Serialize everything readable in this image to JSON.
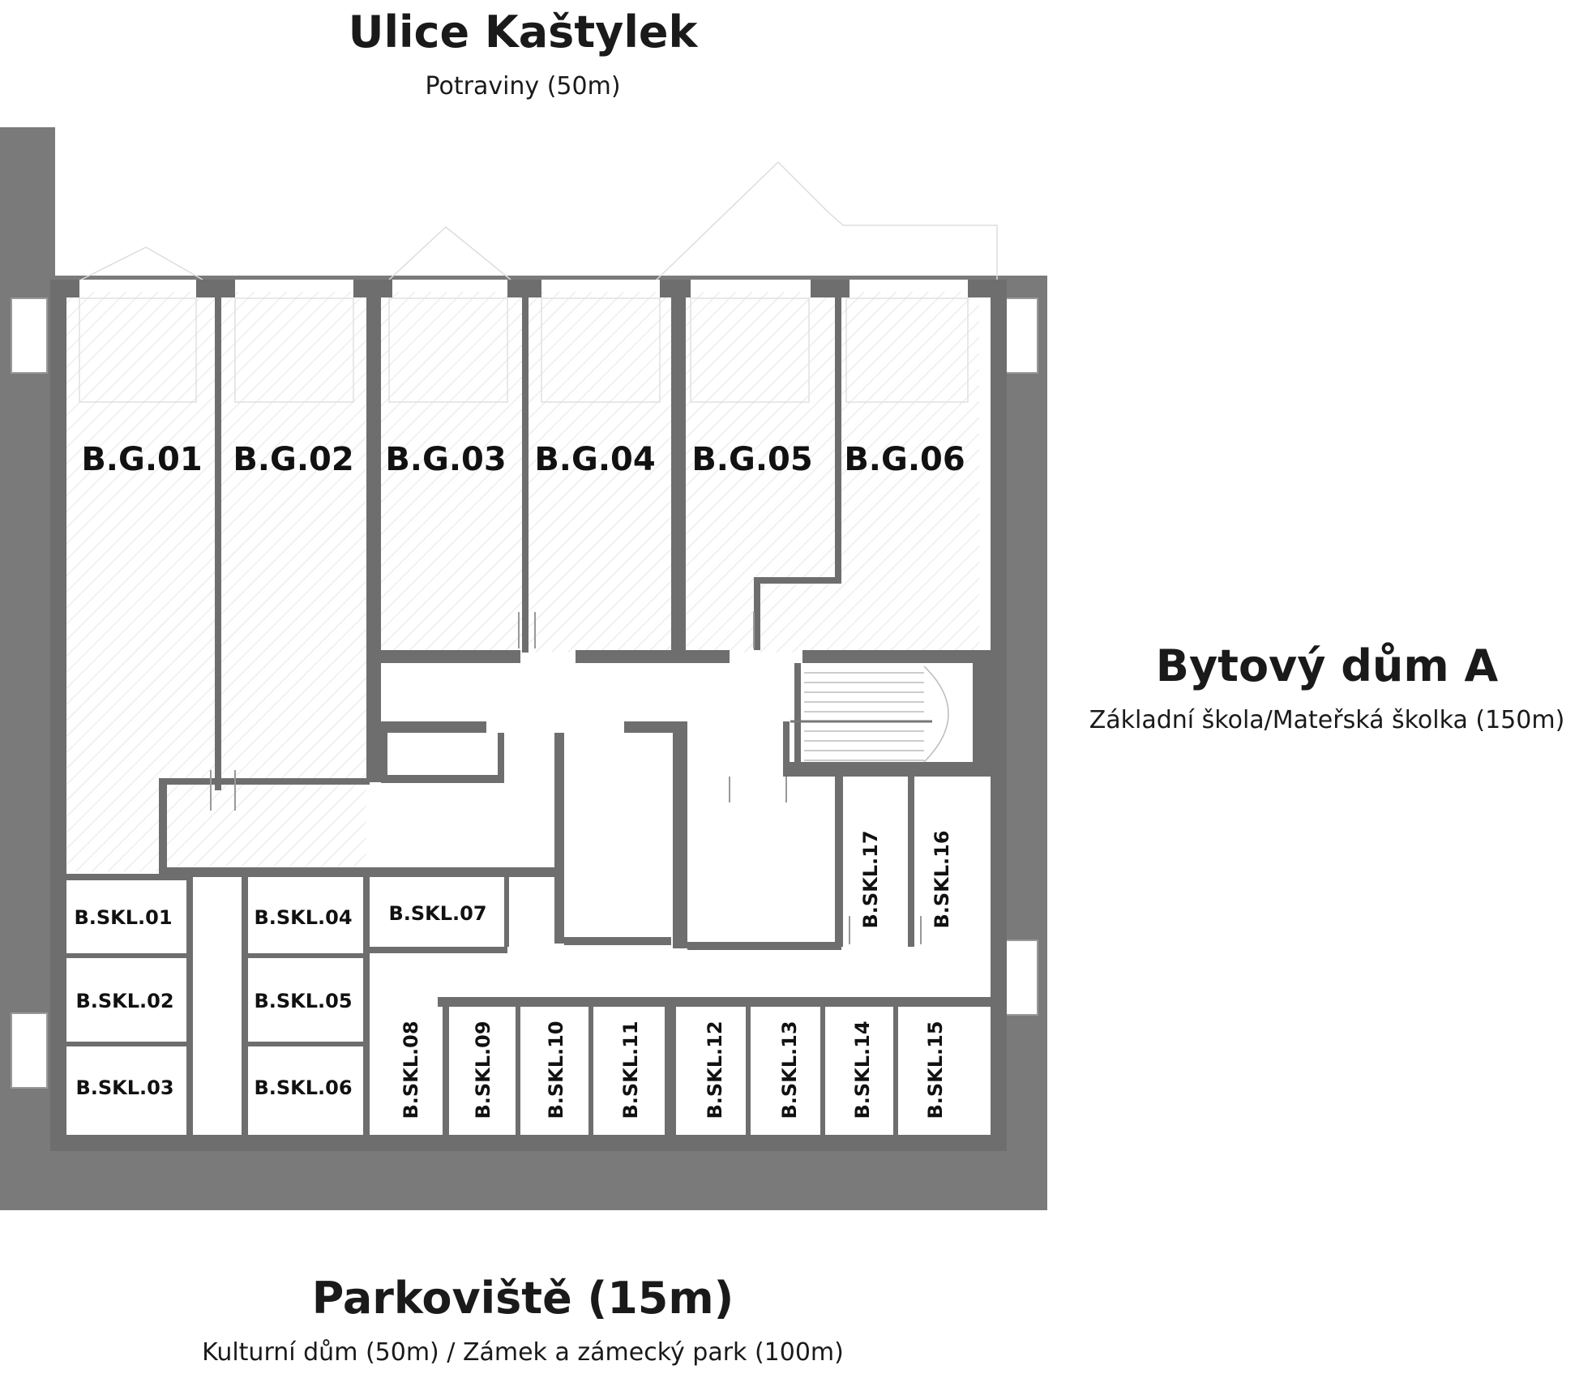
{
  "context": {
    "top": {
      "title": "Ulice Kaštylek",
      "subtitle": "Potraviny (50m)"
    },
    "right": {
      "title": "Bytový dům A",
      "subtitle": "Základní škola/Mateřská školka (150m)"
    },
    "bottom": {
      "title": "Parkoviště (15m)",
      "subtitle": "Kulturní dům (50m) / Zámek a zámecký park (100m)"
    }
  },
  "garages": [
    "B.G.01",
    "B.G.02",
    "B.G.03",
    "B.G.04",
    "B.G.05",
    "B.G.06"
  ],
  "storage_left": [
    "B.SKL.01",
    "B.SKL.02",
    "B.SKL.03",
    "B.SKL.04",
    "B.SKL.05",
    "B.SKL.06",
    "B.SKL.07"
  ],
  "storage_vertical": [
    "B.SKL.08",
    "B.SKL.09",
    "B.SKL.10",
    "B.SKL.11",
    "B.SKL.12",
    "B.SKL.13",
    "B.SKL.14",
    "B.SKL.15",
    "B.SKL.16",
    "B.SKL.17"
  ],
  "colors": {
    "wall": "#6e6e6e",
    "surround": "#7a7a7a",
    "floor": "#ffffff",
    "hatch": "#e4e4e4"
  }
}
